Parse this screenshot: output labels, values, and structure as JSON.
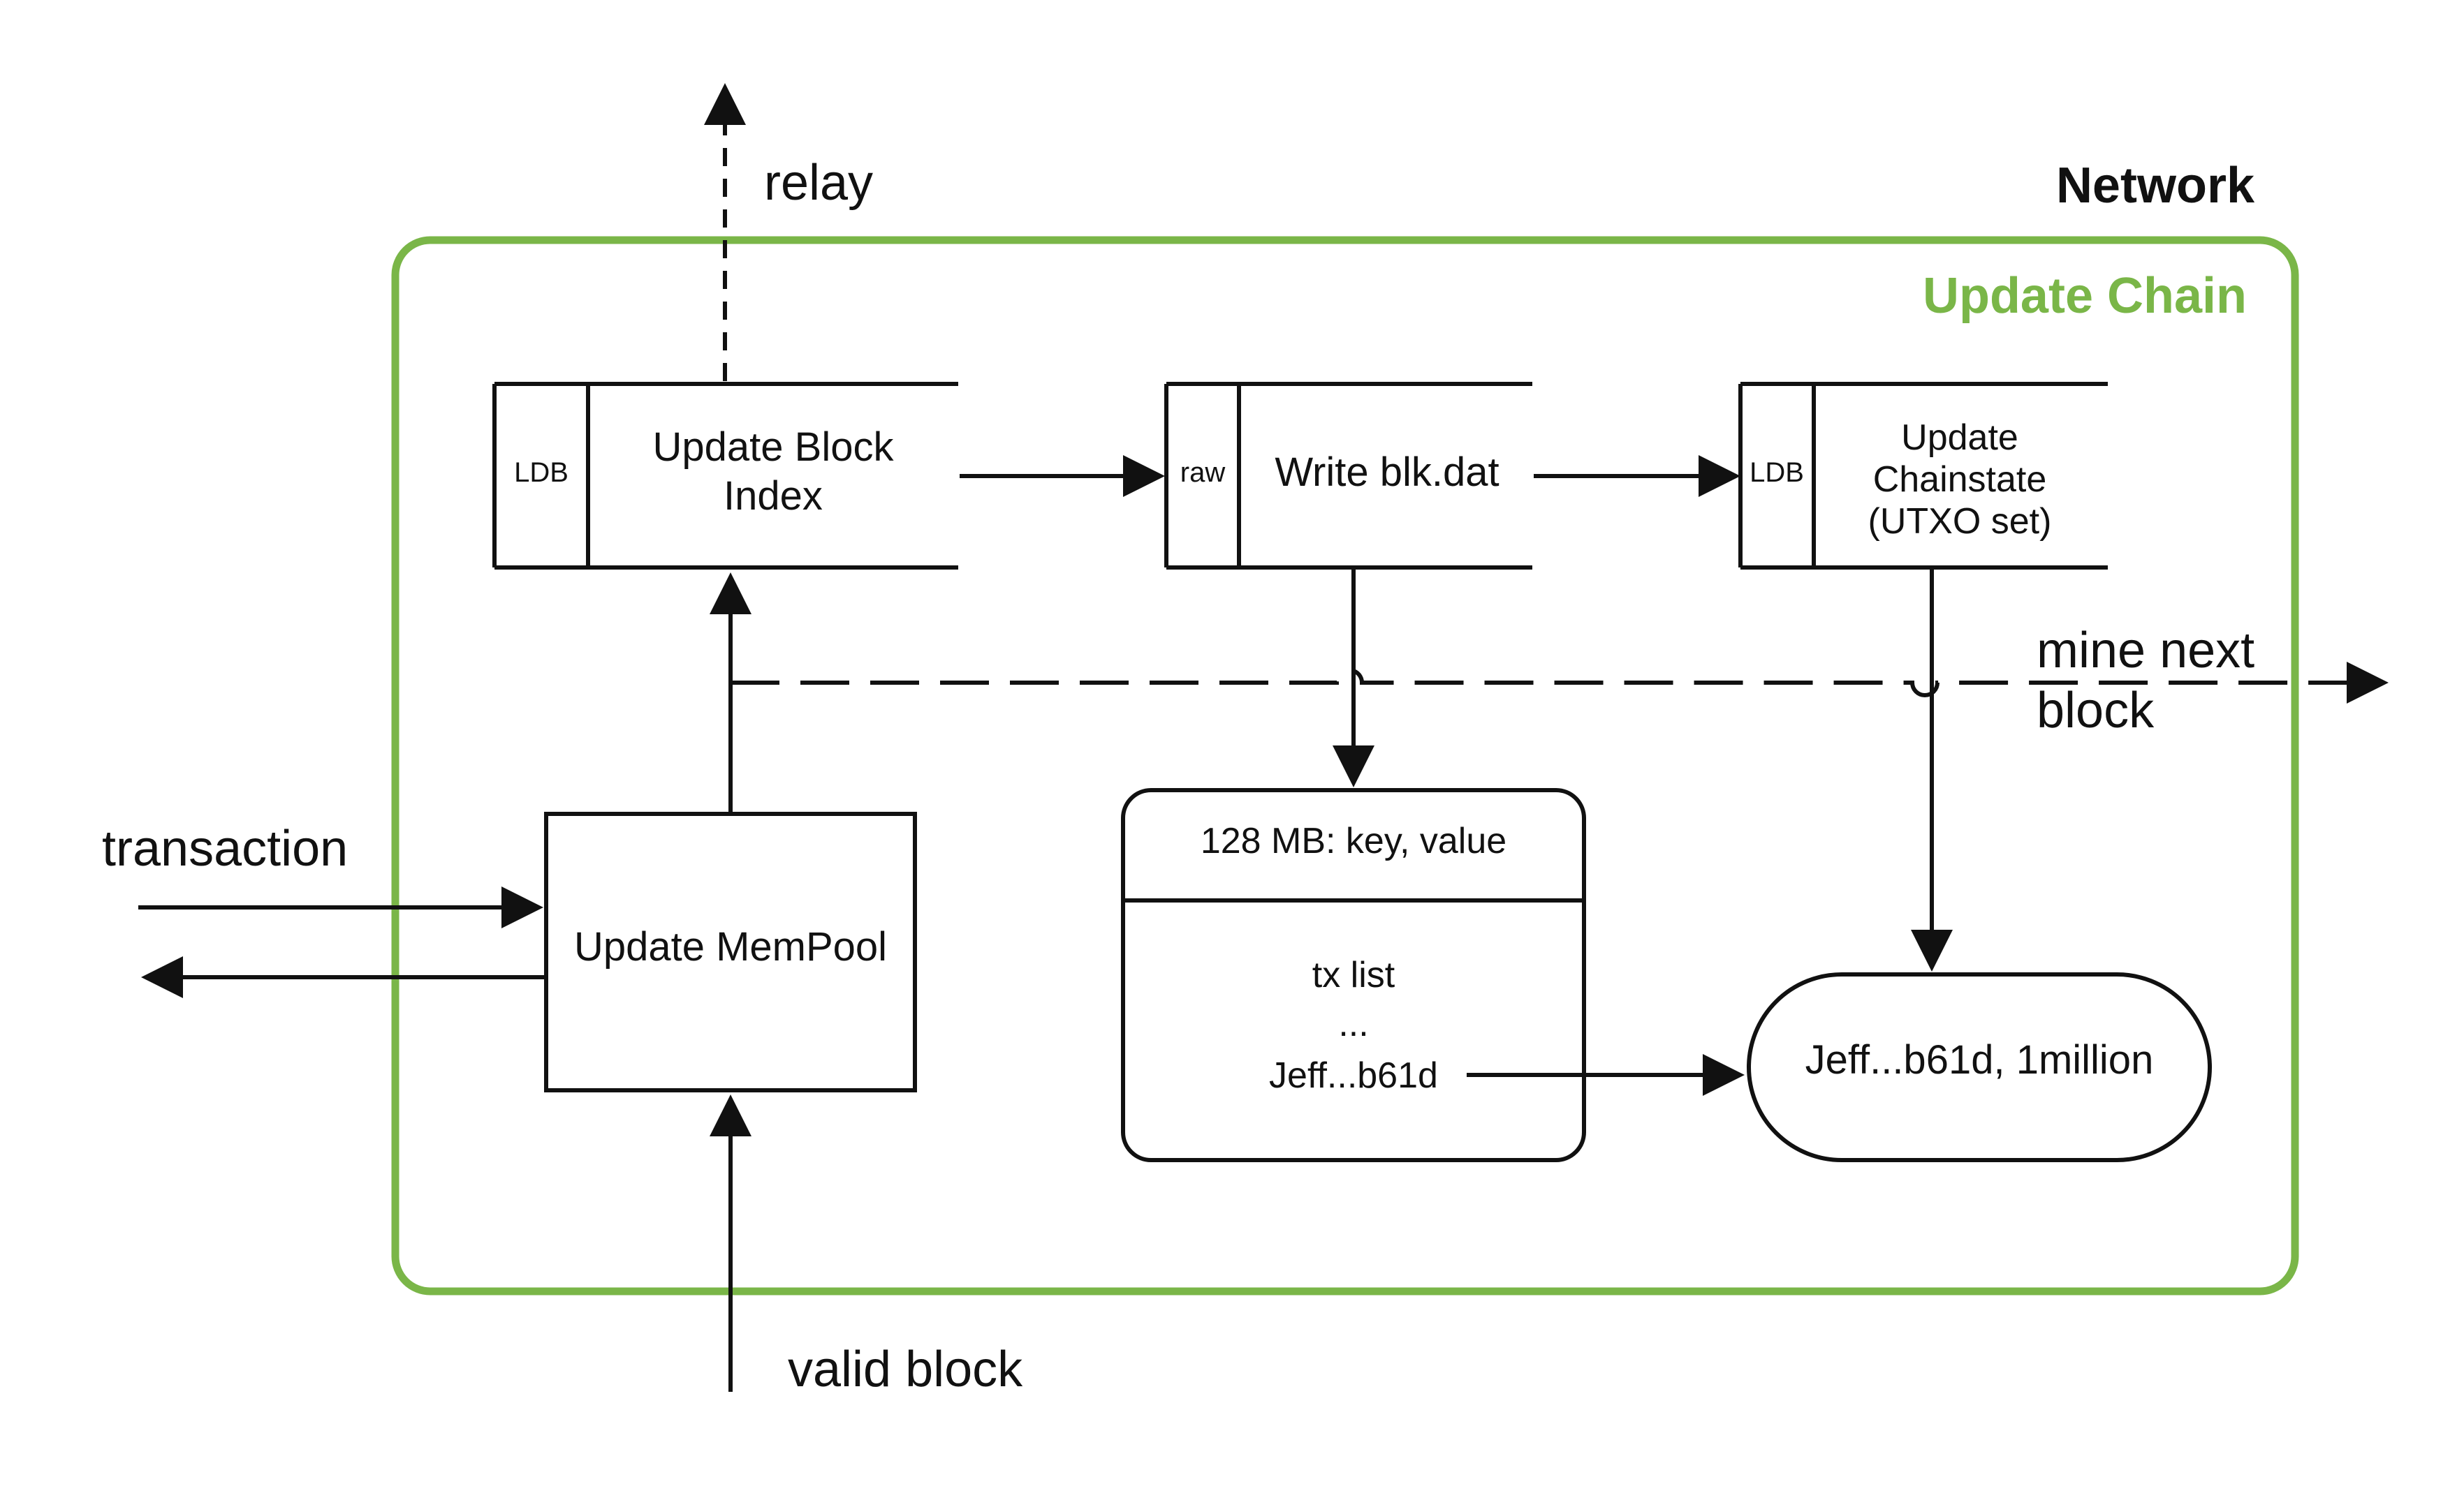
{
  "labels": {
    "network": "Network",
    "update_chain": "Update Chain",
    "relay": "relay",
    "transaction": "transaction",
    "valid_block": "valid block",
    "mine_next_line1": "mine next",
    "mine_next_line2": "block"
  },
  "boxes": {
    "block_index": {
      "tag": "LDB",
      "line1": "Update Block",
      "line2": "Index"
    },
    "blk_dat": {
      "tag": "raw",
      "line1": "Write blk.dat"
    },
    "chainstate": {
      "tag": "LDB",
      "line1": "Update",
      "line2": "Chainstate",
      "line3": "(UTXO set)"
    },
    "mempool": {
      "line1": "Update MemPool"
    },
    "block_record": {
      "header": "128 MB: key, value",
      "line1": "tx list",
      "line2": "...",
      "line3": "Jeff...b61d"
    },
    "utxo_entry": {
      "line1": "Jeff...b61d, 1million"
    }
  },
  "colors": {
    "container": "#7ab648",
    "update_chain_title": "#7ab648",
    "line": "#111111"
  }
}
